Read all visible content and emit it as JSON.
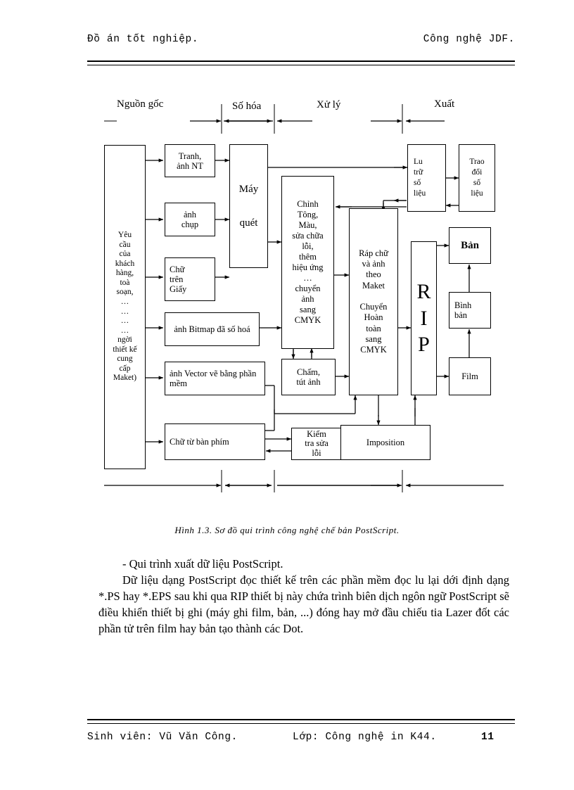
{
  "header": {
    "left": "Đồ án tốt nghiệp.",
    "right": "Công nghệ JDF."
  },
  "footer": {
    "student": "Sinh viên: Vũ Văn Công.",
    "class": "Lớp: Công nghệ in K44.",
    "page_number": "11"
  },
  "figure": {
    "caption": "Hình 1.3. Sơ đồ qui trình công nghệ chế bản PostScript.",
    "phases": [
      {
        "label": "Nguồn gốc"
      },
      {
        "label": "Số hóa"
      },
      {
        "label": "Xử lý"
      },
      {
        "label": "Xuất"
      }
    ],
    "nodes": {
      "source": "Yêu cầu của khách hàng, toà soạn, … … … … ngời thiết kế cung cấp Maket)",
      "source_lines": [
        "Yêu",
        "cầu",
        "của",
        "khách",
        "hàng,",
        "toà",
        "soạn,",
        "…",
        "…",
        "…",
        "…",
        "ngời",
        "thiết kế",
        "cung",
        "cấp",
        "Maket)"
      ],
      "painting": "Tranh,\nảnh NT",
      "photo": "ảnh\nchụp",
      "text_paper": "Chữ\ntrên\nGiấy",
      "bitmap": "ảnh Bitmap đã số hoá",
      "vector": "ảnh Vector vẽ bằng phần mềm",
      "keyboard_text": "Chữ từ bàn phím",
      "scanner": "Máy\n\nquét",
      "color_correct": "Chỉnh\nTông,\nMàu,\nsửa chữa\nlỗi,\nthêm\nhiệu ứng\n…\nchuyển\nảnh\nsang\nCMYK",
      "retouch": "Chấm,\ntút ảnh",
      "proof_check": "Kiểm\ntra  sửa\nlỗi",
      "assemble": "Ráp chữ\nvà ảnh\ntheo\nMaket\n\nChuyển\nHoàn\ntoàn\nsang\nCMYK",
      "imposition": "Imposition",
      "rip": "R\nI\nP",
      "storage": "Lu\ntrữ\nsố\nliệu",
      "exchange": "Trao\nđổi\nsố\nliệu",
      "plate": "Bản",
      "plate_making": "Bình\nbản",
      "film": "Film"
    }
  },
  "body": {
    "line1": "- Qui trình xuất dữ liệu PostScript.",
    "paragraph": "Dữ liệu dạng PostScript đọc  thiết kế trên các phần mềm đọc   lu   lại dới  định dạng *.PS hay *.EPS  sau khi qua RIP thiết bị này chứa trình biên dịch ngôn ngữ PostScript sẽ điều khiển thiết bị  ghi (máy ghi film, bản, ...) đóng hay mở đầu chiếu tia Lazer đốt các phần tử trên film hay bản tạo thành các Dot."
  },
  "colors": {
    "ink": "#000000",
    "paper": "#ffffff"
  }
}
